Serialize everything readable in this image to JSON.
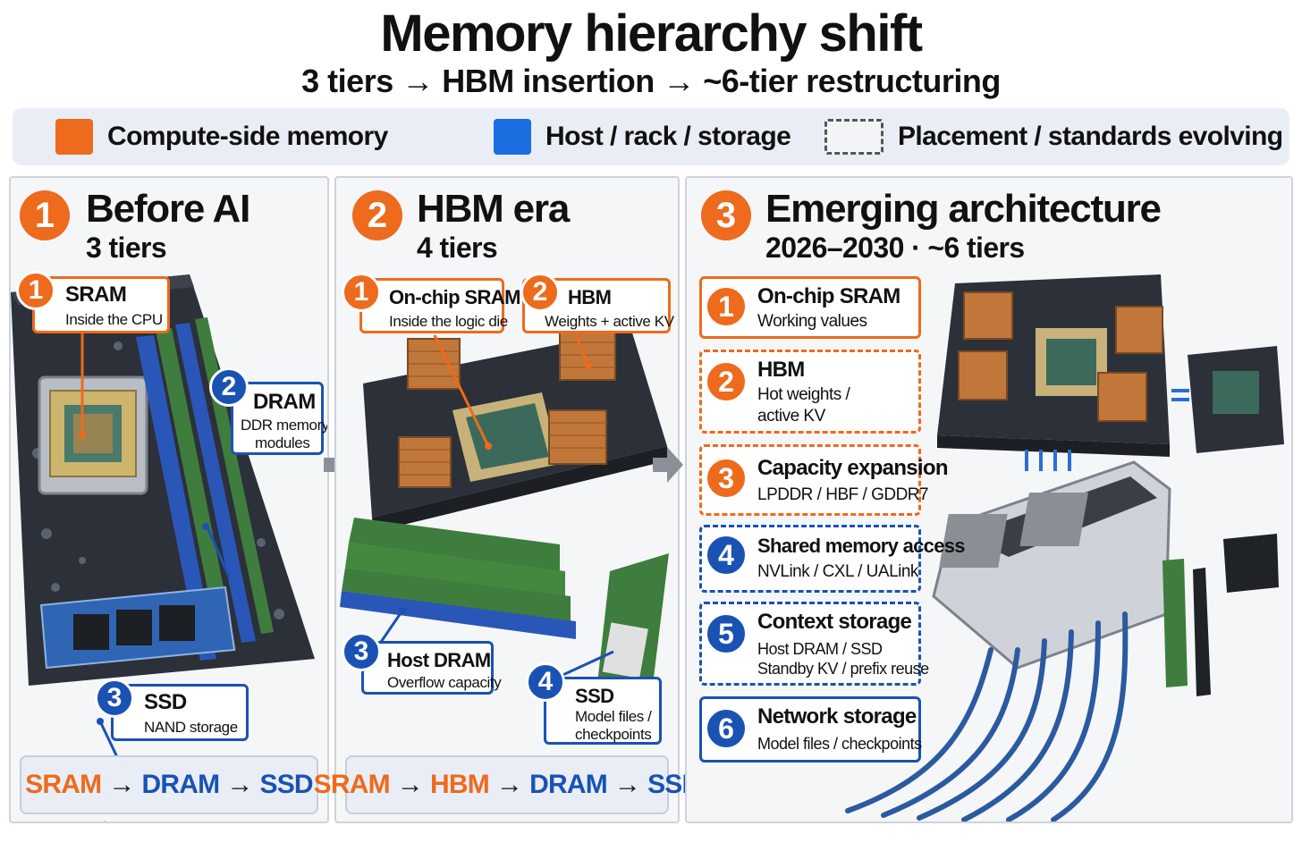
{
  "title": "Memory hierarchy shift",
  "subtitle": "3 tiers → HBM insertion → ~6-tier restructuring",
  "legend": [
    {
      "label": "Compute-side memory",
      "style": "orange-solid"
    },
    {
      "label": "Host / rack / storage",
      "style": "blue-solid"
    },
    {
      "label": "Placement / standards evolving",
      "style": "gray-dashed"
    }
  ],
  "colors": {
    "orange": "#ee6a1c",
    "blue": "#1a52b4",
    "text": "#111111"
  },
  "panel1": {
    "num": "1",
    "title": "Before AI",
    "sub": "3 tiers",
    "callouts": [
      {
        "num": "1",
        "title": "SRAM",
        "desc": "Inside the CPU"
      },
      {
        "num": "2",
        "title": "DRAM",
        "desc1": "DDR memory",
        "desc2": "modules"
      },
      {
        "num": "3",
        "title": "SSD",
        "desc": "NAND storage"
      }
    ],
    "sequence": [
      {
        "text": "SRAM",
        "color": "orange"
      },
      {
        "text": "→",
        "color": "black"
      },
      {
        "text": "DRAM",
        "color": "blue"
      },
      {
        "text": "→",
        "color": "black"
      },
      {
        "text": "SSD",
        "color": "blue"
      }
    ]
  },
  "panel2": {
    "num": "2",
    "title": "HBM era",
    "sub": "4 tiers",
    "callouts": [
      {
        "num": "1",
        "title": "On-chip SRAM",
        "desc": "Inside the logic die"
      },
      {
        "num": "2",
        "title": "HBM",
        "desc": "Weights + active KV"
      },
      {
        "num": "3",
        "title": "Host DRAM",
        "desc": "Overflow capacity"
      },
      {
        "num": "4",
        "title": "SSD",
        "desc1": "Model files /",
        "desc2": "checkpoints"
      }
    ],
    "sequence": [
      {
        "text": "SRAM",
        "color": "orange"
      },
      {
        "text": "→",
        "color": "black"
      },
      {
        "text": "HBM",
        "color": "orange"
      },
      {
        "text": "→",
        "color": "black"
      },
      {
        "text": "DRAM",
        "color": "blue"
      },
      {
        "text": "→",
        "color": "black"
      },
      {
        "text": "SSD",
        "color": "blue"
      }
    ]
  },
  "panel3": {
    "num": "3",
    "title": "Emerging architecture",
    "sub": "2026–2030 · ~6 tiers",
    "rows": [
      {
        "num": "1",
        "title": "On-chip SRAM",
        "desc1": "Working values",
        "desc2": ""
      },
      {
        "num": "2",
        "title": "HBM",
        "desc1": "Hot weights /",
        "desc2": "active KV"
      },
      {
        "num": "3",
        "title": "Capacity expansion",
        "desc1": "LPDDR / HBF / GDDR7",
        "desc2": ""
      },
      {
        "num": "4",
        "title": "Shared memory access",
        "desc1": "NVLink / CXL / UALink",
        "desc2": ""
      },
      {
        "num": "5",
        "title": "Context storage",
        "desc1": "Host DRAM / SSD",
        "desc2": "Standby KV / prefix reuse"
      },
      {
        "num": "6",
        "title": "Network storage",
        "desc1": "Model files / checkpoints",
        "desc2": ""
      }
    ]
  }
}
